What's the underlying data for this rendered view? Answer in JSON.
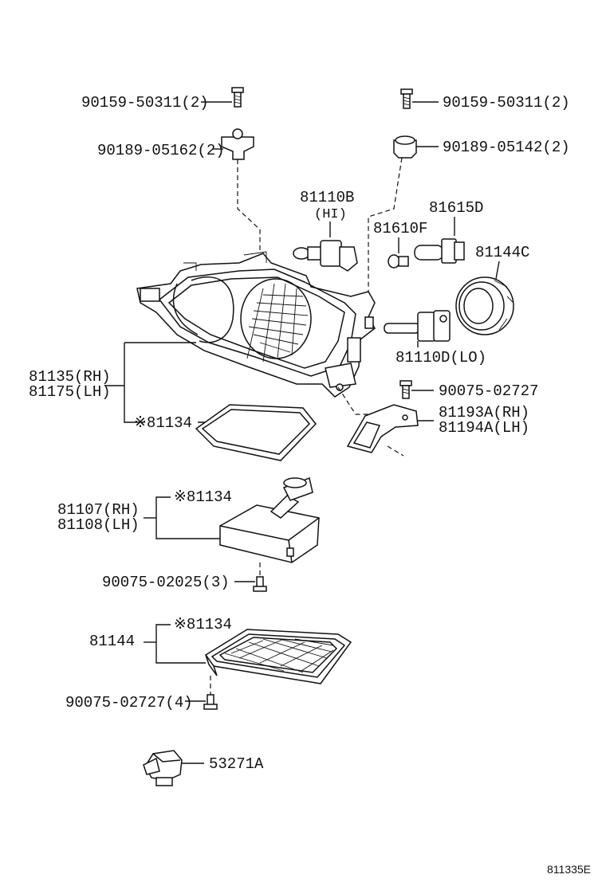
{
  "labels": {
    "screw_left": "90159-50311(2)",
    "screw_right": "90159-50311(2)",
    "clip_left": "90189-05162(2)",
    "clip_right": "90189-05142(2)",
    "bulb_hi_num": "81110B",
    "bulb_hi_tag": "(HI)",
    "bulb_small": "81615D",
    "bulb_wedge": "81610F",
    "cap": "81144C",
    "bulb_lo": "81110D(LO)",
    "headlamp_rh": "81135(RH)",
    "headlamp_lh": "81175(LH)",
    "gasket_1": "※81134",
    "screw_bracket": "90075-02727",
    "bracket_rh": "81193A(RH)",
    "bracket_lh": "81194A(LH)",
    "ballast_ref": "※81134",
    "ballast_rh": "81107(RH)",
    "ballast_lh": "81108(LH)",
    "ballast_screw": "90075-02025(3)",
    "cover_ref": "※81134",
    "cover": "81144",
    "cover_screw": "90075-02727(4)",
    "clamp": "53271A",
    "diagram_code": "811335E"
  },
  "icons": [
    "screw-icon",
    "clip-icon",
    "bulb-icon",
    "socket-cap-icon",
    "headlamp-icon",
    "gasket-icon",
    "bracket-icon",
    "ballast-icon",
    "cover-icon",
    "clamp-icon"
  ]
}
